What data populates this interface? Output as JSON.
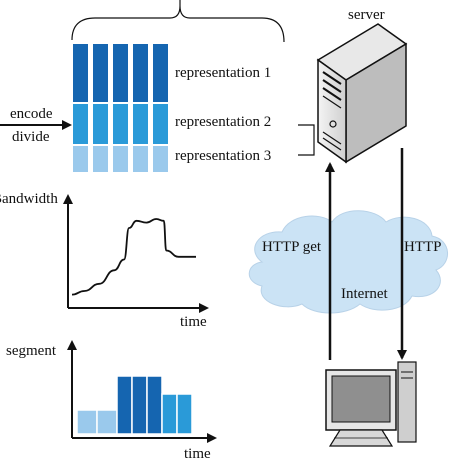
{
  "colors": {
    "dark_blue": "#1565b0",
    "mid_blue": "#2a9ad8",
    "light_blue": "#9ac9ec",
    "cloud_fill": "#cbe3f5",
    "line": "#111111"
  },
  "labels": {
    "server": "server",
    "representation_1": "representation 1",
    "representation_2": "representation 2",
    "representation_3": "representation 3",
    "encode": "encode",
    "divide": "divide",
    "bandwidth_axis": "Bandwidth",
    "time_axis_1": "time",
    "segment_axis": "segment",
    "time_axis_2": "time",
    "http_get": "HTTP get",
    "http": "HTTP",
    "internet": "Internet"
  },
  "representations": [
    {
      "name": "representation 1",
      "color": "dark_blue"
    },
    {
      "name": "representation 2",
      "color": "mid_blue"
    },
    {
      "name": "representation 3",
      "color": "light_blue"
    }
  ],
  "segments_per_representation": 5,
  "bandwidth_series": [
    {
      "t": 0.0,
      "bw": 0.06
    },
    {
      "t": 0.1,
      "bw": 0.1
    },
    {
      "t": 0.22,
      "bw": 0.18
    },
    {
      "t": 0.34,
      "bw": 0.33
    },
    {
      "t": 0.42,
      "bw": 0.45
    },
    {
      "t": 0.46,
      "bw": 0.8
    },
    {
      "t": 0.52,
      "bw": 0.88
    },
    {
      "t": 0.6,
      "bw": 0.86
    },
    {
      "t": 0.68,
      "bw": 0.9
    },
    {
      "t": 0.74,
      "bw": 0.88
    },
    {
      "t": 0.76,
      "bw": 0.55
    },
    {
      "t": 0.86,
      "bw": 0.48
    },
    {
      "t": 1.0,
      "bw": 0.48
    }
  ],
  "segment_levels": [
    {
      "level": 3,
      "color": "light_blue"
    },
    {
      "level": 3,
      "color": "light_blue"
    },
    {
      "level": 1,
      "color": "dark_blue"
    },
    {
      "level": 1,
      "color": "dark_blue"
    },
    {
      "level": 1,
      "color": "dark_blue"
    },
    {
      "level": 2,
      "color": "mid_blue"
    },
    {
      "level": 2,
      "color": "mid_blue"
    }
  ]
}
